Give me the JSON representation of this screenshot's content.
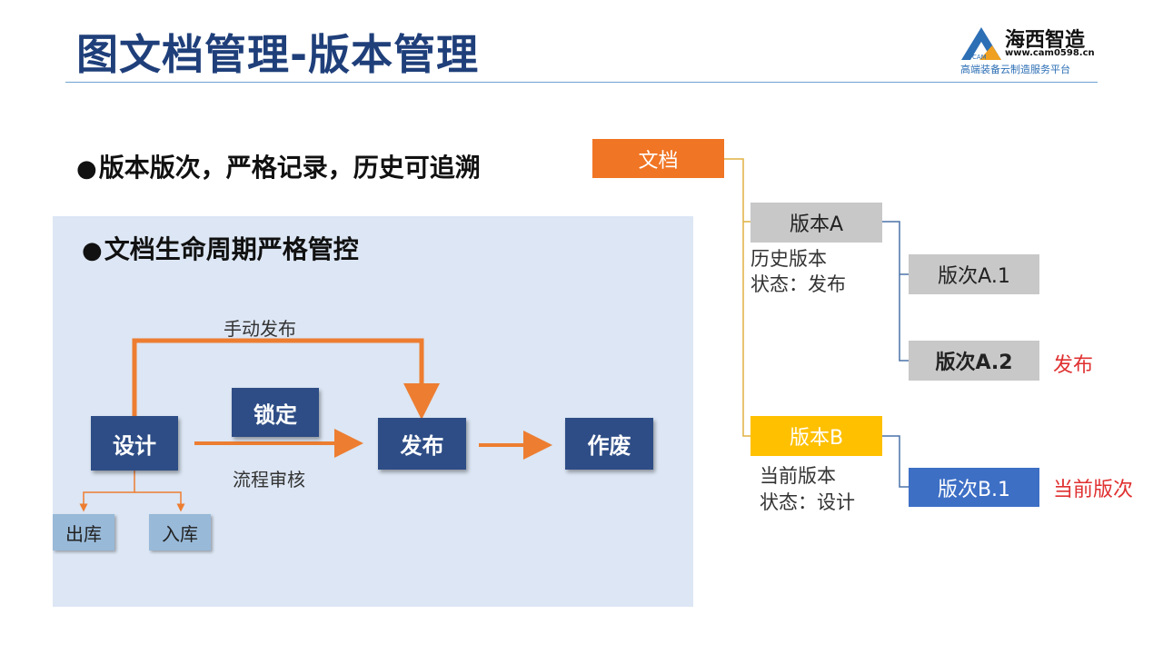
{
  "header": {
    "title": "图文档管理-版本管理",
    "logo": {
      "name": "海西智造",
      "url": "www.cam0598.cn",
      "slogan": "高端装备云制造服务平台",
      "mark_text": "CAM"
    }
  },
  "bullets": {
    "bullet1": "版本版次，严格记录，历史可追溯",
    "bullet2": "文档生命周期严格管控",
    "dot": "●"
  },
  "lifecycle": {
    "manual_release_label": "手动发布",
    "process_review_label": "流程审核",
    "lock_label": "锁定",
    "design_label": "设计",
    "release_label": "发布",
    "obsolete_label": "作废",
    "checkout_label": "出库",
    "checkin_label": "入库"
  },
  "version_tree": {
    "document_label": "文档",
    "version_a_label": "版本A",
    "version_a_note1": "历史版本",
    "version_a_note2": "状态：发布",
    "revision_a1_label": "版次A.1",
    "revision_a2_label": "版次A.2",
    "revision_a2_tag": "发布",
    "version_b_label": "版本B",
    "version_b_note1": "当前版本",
    "version_b_note2": "状态：设计",
    "revision_b1_label": "版次B.1",
    "revision_b1_tag": "当前版次"
  },
  "colors": {
    "title": "#1f3f7a",
    "flow_box": "#2e4d86",
    "arrow": "#ed7d31",
    "document_box": "#f07524",
    "version_b_box": "#ffc000",
    "revision_b1_box": "#3d6fc5",
    "gray_box": "#c8c8c8",
    "tag_red": "#e03030",
    "tree_line_gold": "#e0b040",
    "tree_line_blue": "#4a72a8"
  }
}
